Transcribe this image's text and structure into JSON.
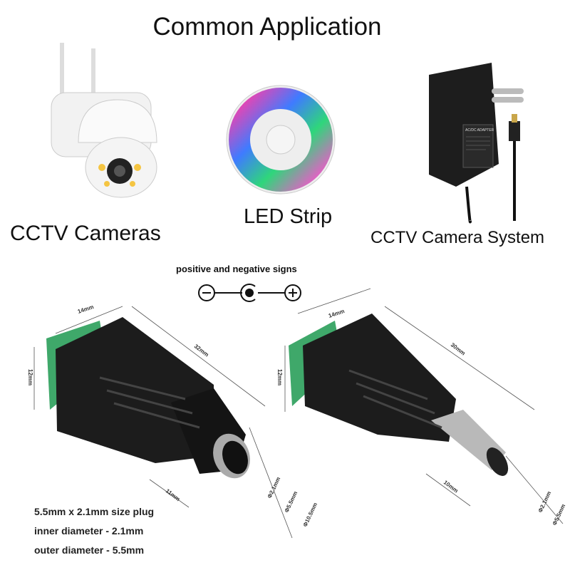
{
  "title": "Common Application",
  "applications": [
    {
      "label": "CCTV Cameras",
      "icon": "cctv-camera-image"
    },
    {
      "label": "LED Strip",
      "icon": "led-strip-image"
    },
    {
      "label": "CCTV Camera System",
      "icon": "power-adapter-image",
      "adapter_text": "AC/DC ADAPTER"
    }
  ],
  "polarity": {
    "label": "positive and negative signs",
    "symbols": [
      "minus-icon",
      "center-pin-icon",
      "plus-icon"
    ]
  },
  "female_connector": {
    "width": "14mm",
    "height": "12mm",
    "length": "32mm",
    "barrel_length": "11mm",
    "inner": "Φ2.1mm",
    "outer": "Φ5.5mm",
    "body": "Φ10.5mm"
  },
  "male_connector": {
    "width": "14mm",
    "height": "12mm",
    "length": "30mm",
    "barrel_length": "10mm",
    "inner": "Φ2.1mm",
    "outer": "Φ5.5mm"
  },
  "specs": [
    "5.5mm x 2.1mm size plug",
    "inner diameter - 2.1mm",
    "outer diameter - 5.5mm"
  ],
  "colors": {
    "terminal_green": "#3fa86a",
    "body_black": "#1c1c1c"
  }
}
